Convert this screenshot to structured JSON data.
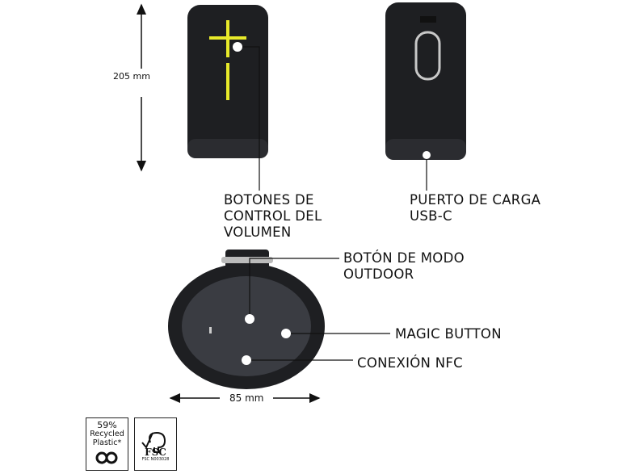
{
  "dimensions": {
    "height": "205 mm",
    "width": "85 mm"
  },
  "labels": {
    "volume": [
      "BOTONES DE",
      "CONTROL DEL",
      "VOLUMEN"
    ],
    "charging": [
      "PUERTO DE CARGA",
      "USB-C"
    ],
    "outdoor": [
      "BOTÓN DE MODO",
      "OUTDOOR"
    ],
    "magic": "MAGIC BUTTON",
    "nfc": "CONEXIÓN NFC"
  },
  "badges": {
    "recycled": {
      "percent": "59%",
      "line1": "Recycled",
      "line2": "Plastic*"
    },
    "fsc": {
      "logo": "FSC",
      "code": "FSC N003028"
    }
  },
  "colors": {
    "speaker": "#1e1f22",
    "accent": "#e8ea2a",
    "lines": "#111111"
  }
}
